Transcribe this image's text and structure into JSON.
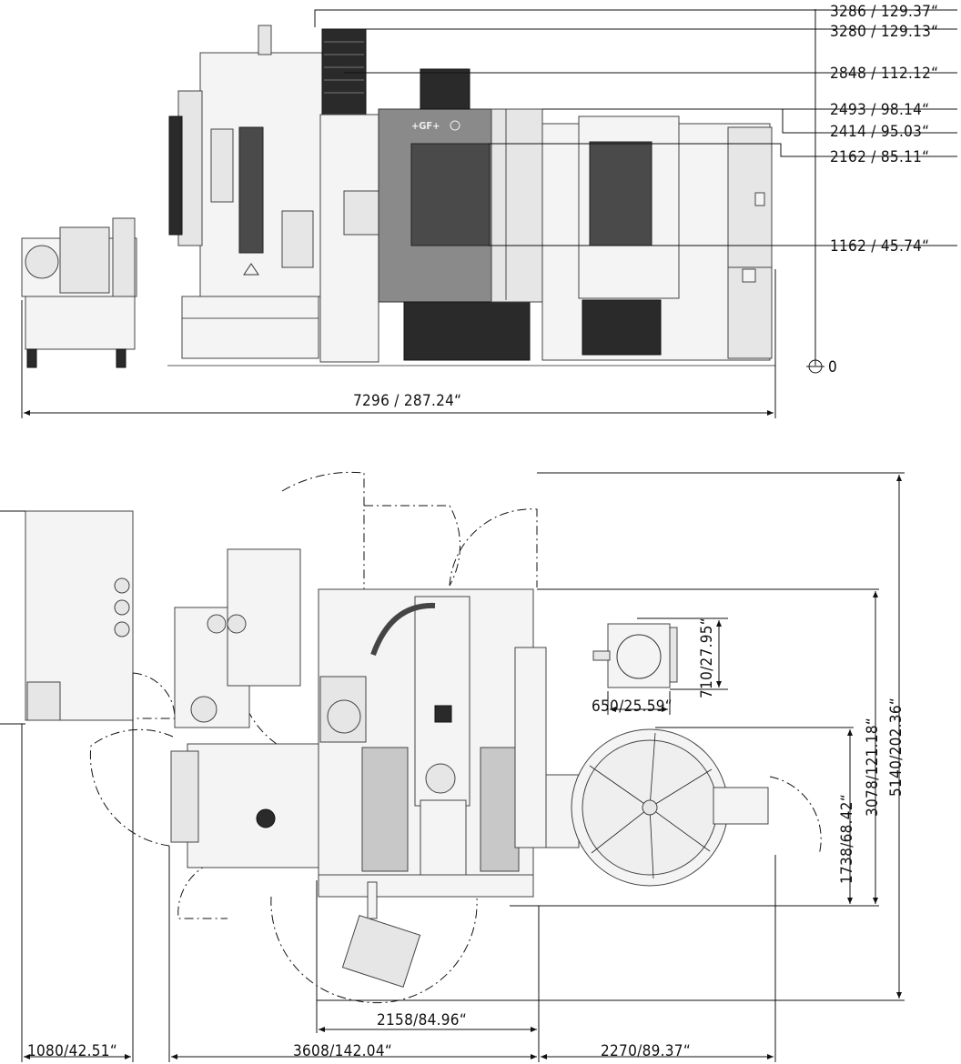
{
  "front_view": {
    "brand_label": "+GF+",
    "height_dims": [
      {
        "id": "h3286",
        "label": "3286 / 129.37“"
      },
      {
        "id": "h3280",
        "label": "3280 / 129.13“"
      },
      {
        "id": "h2848",
        "label": "2848 / 112.12“"
      },
      {
        "id": "h2493",
        "label": "2493 / 98.14“"
      },
      {
        "id": "h2414",
        "label": "2414 / 95.03“"
      },
      {
        "id": "h2162",
        "label": "2162 / 85.11“"
      },
      {
        "id": "h1162",
        "label": "1162 / 45.74“"
      }
    ],
    "zero_label": "0",
    "total_width_label": "7296 / 287.24“"
  },
  "plan_view": {
    "depth_total_label": "5140/202.36“",
    "depth_machine_label": "3078/121.18“",
    "depth_magazine_label": "1738/68.42“",
    "cabinet_height_label": "710/27.95“",
    "cabinet_width_label": "650/25.59“",
    "door_width_label": "2158/84.96“",
    "bottom_dims": [
      {
        "id": "w1080",
        "label": "1080/42.51“"
      },
      {
        "id": "w3608",
        "label": "3608/142.04“"
      },
      {
        "id": "w2270",
        "label": "2270/89.37“"
      }
    ]
  }
}
